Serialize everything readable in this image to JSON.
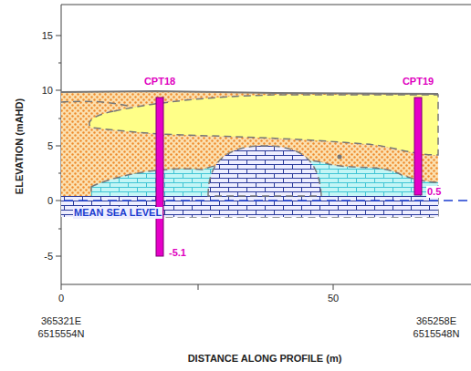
{
  "diagram": {
    "labels": [
      "15",
      "10",
      "5",
      "0",
      "-5",
      "ELEVATION (mAHD)",
      "CPT18",
      "CPT19",
      "-5.1",
      "0.5",
      "MEAN SEA LEVEL",
      "0",
      "50",
      "365321E",
      "6515554N",
      "365258E",
      "6515548N",
      "DISTANCE ALONG PROFILE (m)"
    ]
  }
}
